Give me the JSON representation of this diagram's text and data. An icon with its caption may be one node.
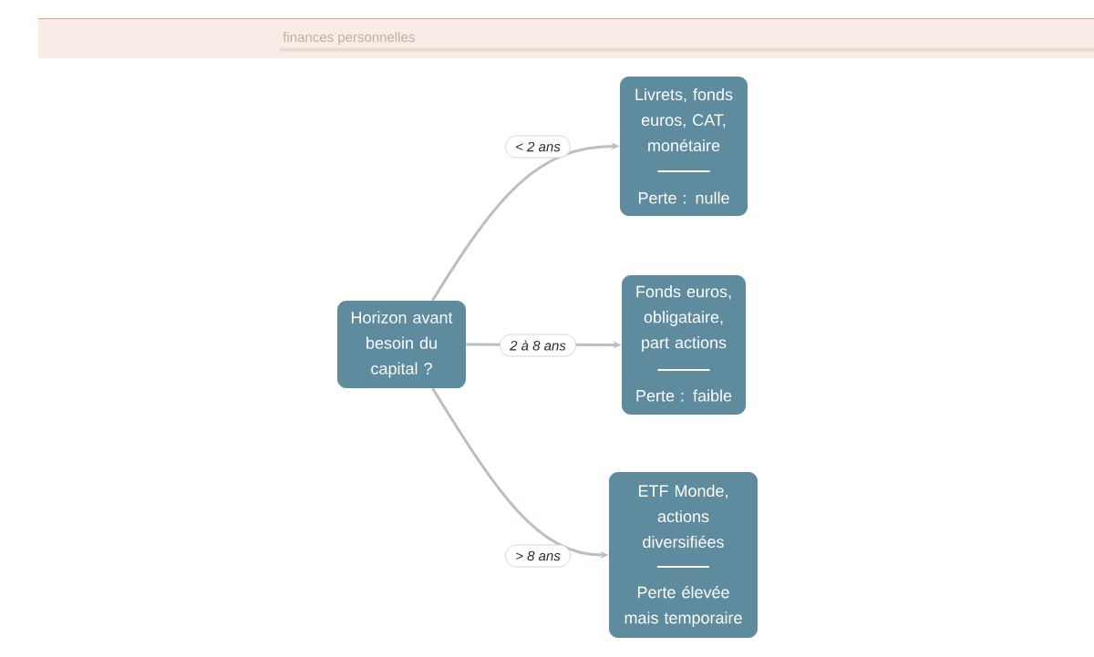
{
  "diagram": {
    "nodes": [
      {
        "text": [
          "Horizon avant besoin du capital ?"
        ]
      },
      {
        "text": [
          "Livrets, fonds euros, CAT, monétaire",
          "Perte : nulle"
        ]
      },
      {
        "text": [
          "Fonds euros, obligataire, part actions",
          "Perte : faible"
        ]
      },
      {
        "text": [
          "ETF Monde, actions diversifiées",
          "Perte élevée mais temporaire"
        ]
      }
    ],
    "edges": [
      {
        "from": 0,
        "to": 1,
        "arrow": "to",
        "label": "< 2 ans"
      },
      {
        "from": 0,
        "to": 2,
        "arrow": "to",
        "label": "2 à 8 ans"
      },
      {
        "from": 0,
        "to": 3,
        "arrow": "to",
        "label": "> 8 ans"
      }
    ],
    "labels": [
      "finances personnelles"
    ]
  }
}
